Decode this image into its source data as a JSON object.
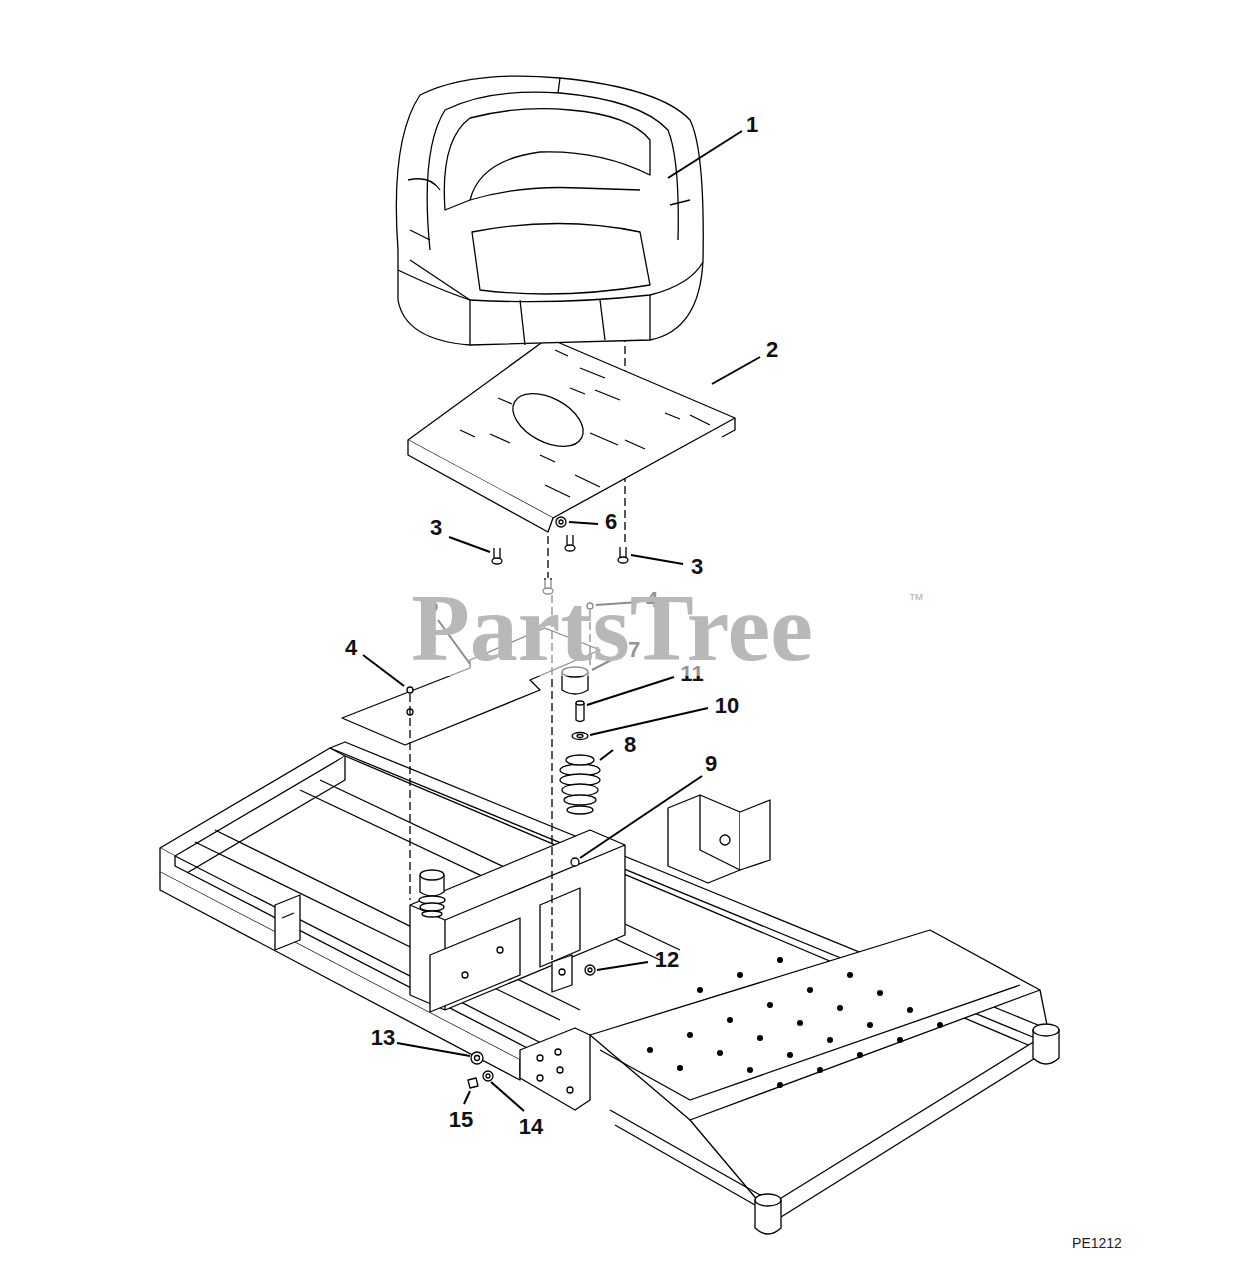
{
  "diagram": {
    "labels": [
      "1",
      "2",
      "6",
      "3",
      "3",
      "4",
      "5",
      "4",
      "7",
      "11",
      "10",
      "8",
      "9",
      "12",
      "13",
      "15",
      "14",
      "PartsTree",
      "™",
      "PE1212"
    ]
  }
}
